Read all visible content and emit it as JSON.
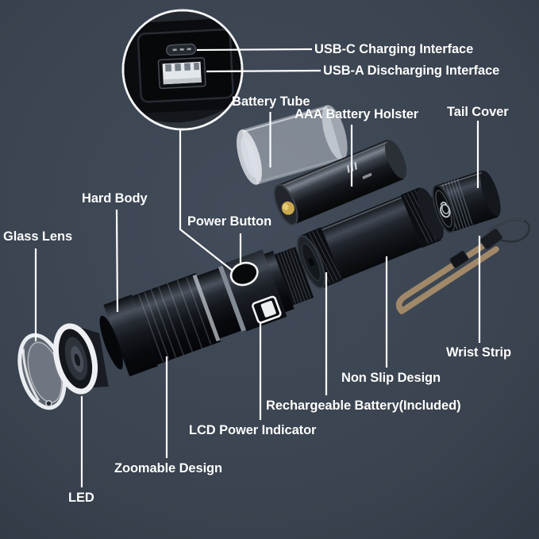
{
  "scene": {
    "description": "Exploded-view diagram of a zoomable rechargeable LED flashlight with annotated parts"
  },
  "labels": {
    "usb_c": "USB-C Charging Interface",
    "usb_a": "USB-A Discharging Interface",
    "battery_tube": "Battery Tube",
    "aaa_holster": "AAA Battery Holster",
    "tail_cover": "Tail Cover",
    "hard_body": "Hard Body",
    "power_button": "Power Button",
    "glass_lens": "Glass Lens",
    "wrist_strip": "Wrist Strip",
    "non_slip": "Non Slip Design",
    "rechargeable_battery": "Rechargeable Battery(Included)",
    "lcd_indicator": "LCD Power Indicator",
    "zoomable": "Zoomable Design",
    "led": "LED"
  },
  "colors": {
    "background_center": "#424c5a",
    "background_edge": "#232a34",
    "label_text": "#ffffff",
    "leader_line": "#ffffff",
    "flashlight_black": "#101318",
    "gold_contact": "#c9a850",
    "strap_tan": "#b29878",
    "usb_tongue": "#e3e6ea",
    "battery_tube_translucent": "rgba(233,238,244,0.4)"
  }
}
